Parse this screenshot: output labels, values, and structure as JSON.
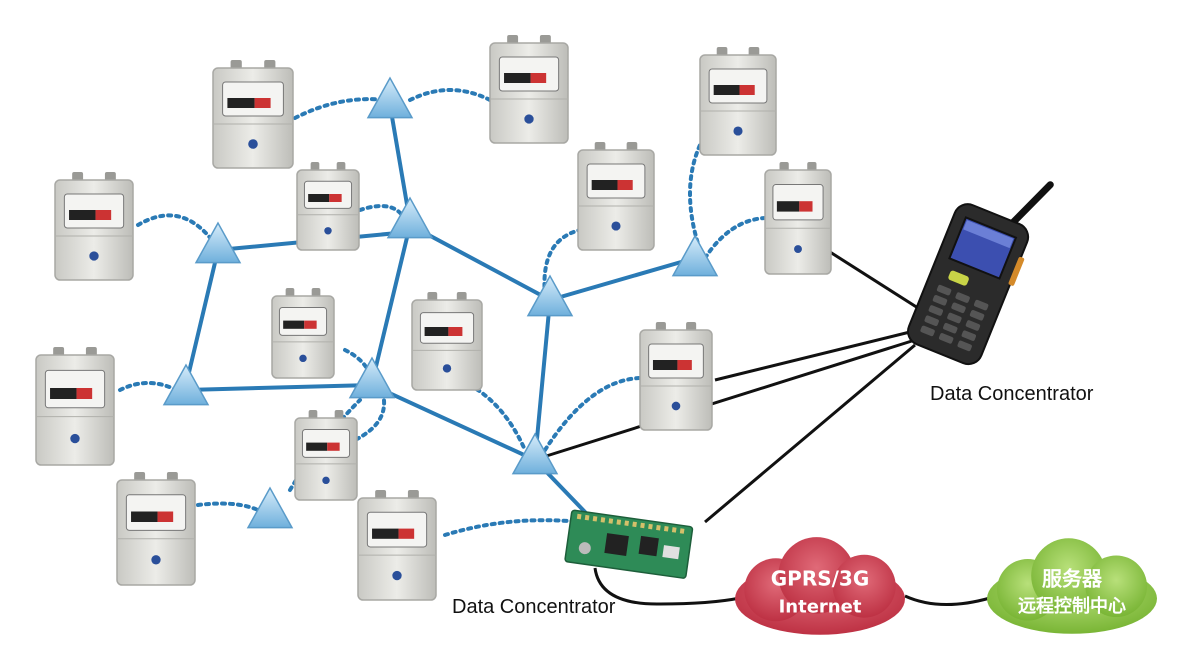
{
  "labels": {
    "handheld_concentrator": "Data Concentrator",
    "board_concentrator": "Data Concentrator"
  },
  "clouds": {
    "network": {
      "line1": "GPRS/3G",
      "line2": "Internet"
    },
    "server": {
      "line1": "服务器",
      "line2": "远程控制中心"
    }
  },
  "colors": {
    "mesh_link": "#2a7ab5",
    "wired_link": "#111111",
    "repeater": "#8fc3e6",
    "network_cloud": "#c8384a",
    "server_cloud": "#8cc63f",
    "meter_body": "#d9d9d4",
    "pcb": "#2e8b57"
  },
  "icons": {
    "meter": "gas-meter-icon",
    "repeater": "triangle-repeater-icon",
    "handheld": "handheld-terminal-icon",
    "board": "circuit-board-icon",
    "cloud": "cloud-icon"
  }
}
